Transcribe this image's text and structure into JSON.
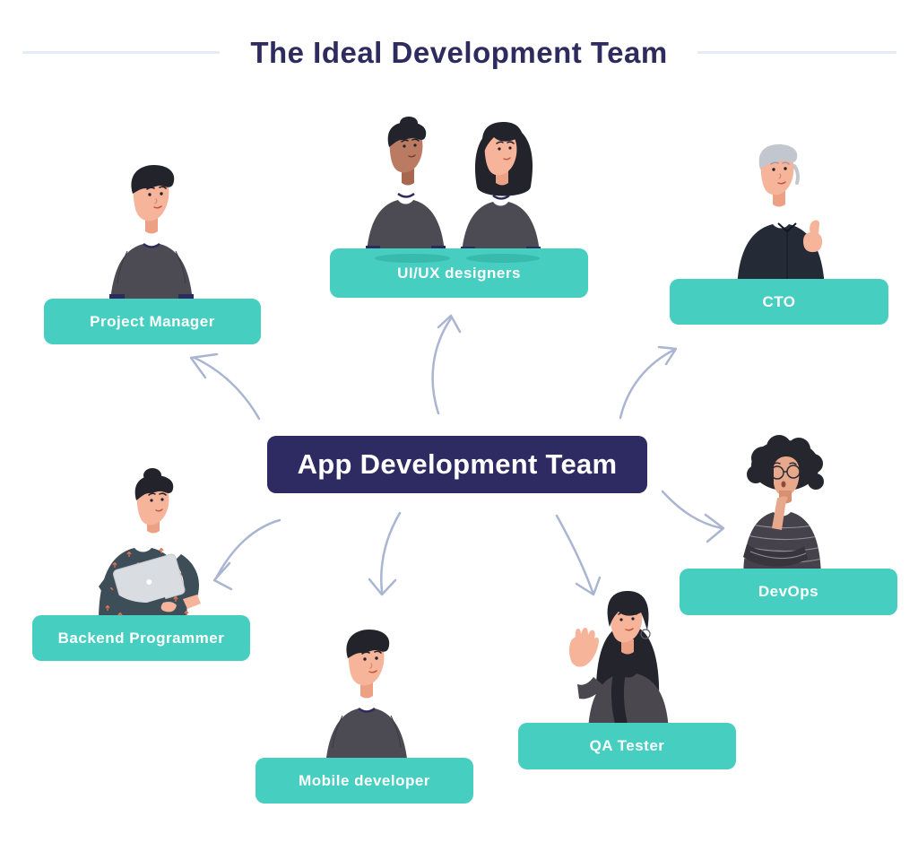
{
  "title": "The Ideal Development Team",
  "center": {
    "label": "App Development Team"
  },
  "roles": [
    {
      "label": "Project Manager"
    },
    {
      "label": "UI/UX designers"
    },
    {
      "label": "CTO"
    },
    {
      "label": "DevOps"
    },
    {
      "label": "QA Tester"
    },
    {
      "label": "Mobile developer"
    },
    {
      "label": "Backend Programmer"
    }
  ],
  "colors": {
    "label_teal": "#46cec1",
    "center_navy": "#2e2a62",
    "title_text": "#2e2b5f",
    "arrow": "#aab5d2",
    "title_rule": "#e3ecf3"
  }
}
